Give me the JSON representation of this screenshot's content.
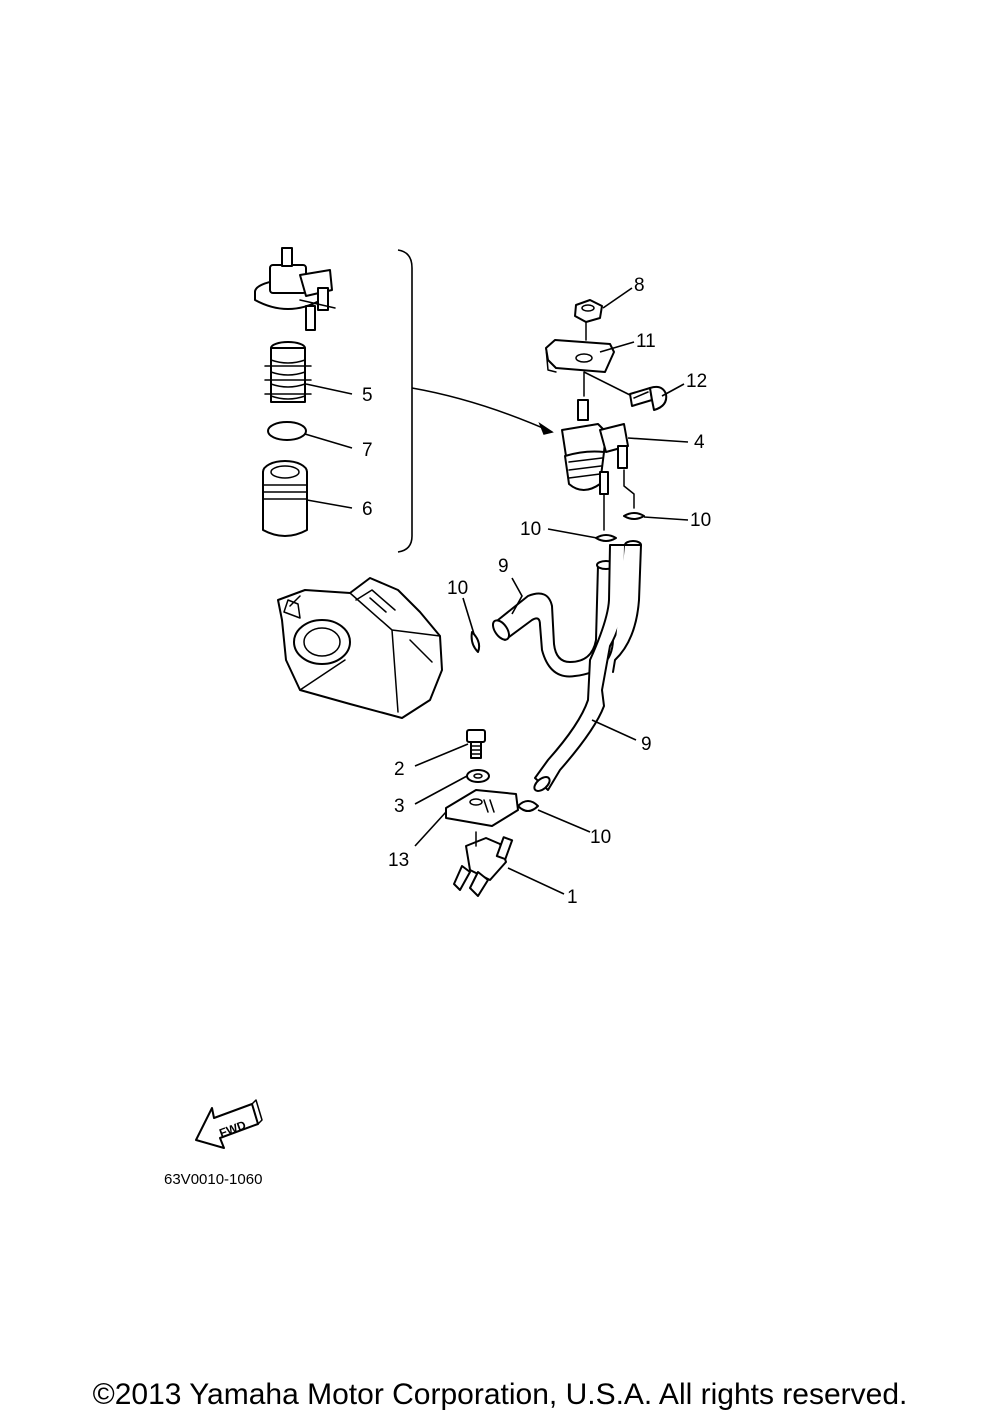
{
  "callouts": [
    {
      "id": "8",
      "label": "8"
    },
    {
      "id": "11",
      "label": "11"
    },
    {
      "id": "12",
      "label": "12"
    },
    {
      "id": "4",
      "label": "4"
    },
    {
      "id": "5",
      "label": "5"
    },
    {
      "id": "7",
      "label": "7"
    },
    {
      "id": "6",
      "label": "6"
    },
    {
      "id": "10a",
      "label": "10"
    },
    {
      "id": "10b",
      "label": "10"
    },
    {
      "id": "10c",
      "label": "10"
    },
    {
      "id": "10d",
      "label": "10"
    },
    {
      "id": "9a",
      "label": "9"
    },
    {
      "id": "9b",
      "label": "9"
    },
    {
      "id": "2",
      "label": "2"
    },
    {
      "id": "3",
      "label": "3"
    },
    {
      "id": "13",
      "label": "13"
    },
    {
      "id": "1",
      "label": "1"
    }
  ],
  "fwd_label": "FWD",
  "diagram_code": "63V0010-1060",
  "copyright": "©2013 Yamaha Motor Corporation, U.S.A. All rights reserved."
}
